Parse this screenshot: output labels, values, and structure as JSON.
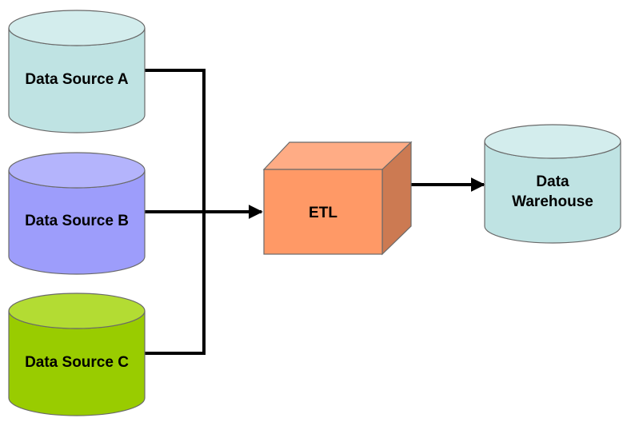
{
  "nodes": {
    "source_a": {
      "label": "Data Source A",
      "body_color": "#bfe3e3",
      "top_color": "#d3eded"
    },
    "source_b": {
      "label": "Data Source B",
      "body_color": "#9d9dfb",
      "top_color": "#b4b4fc"
    },
    "source_c": {
      "label": "Data Source C",
      "body_color": "#99cc00",
      "top_color": "#b3dc33"
    },
    "etl": {
      "label": "ETL",
      "front_color": "#ff9966",
      "top_color": "#ffac85",
      "side_color": "#cc7a52"
    },
    "warehouse": {
      "label_line1": "Data",
      "label_line2": "Warehouse",
      "body_color": "#bfe3e3",
      "top_color": "#d3eded"
    }
  },
  "edges": [
    {
      "from": "Data Source A",
      "to": "ETL"
    },
    {
      "from": "Data Source B",
      "to": "ETL"
    },
    {
      "from": "Data Source C",
      "to": "ETL"
    },
    {
      "from": "ETL",
      "to": "Data Warehouse"
    }
  ]
}
